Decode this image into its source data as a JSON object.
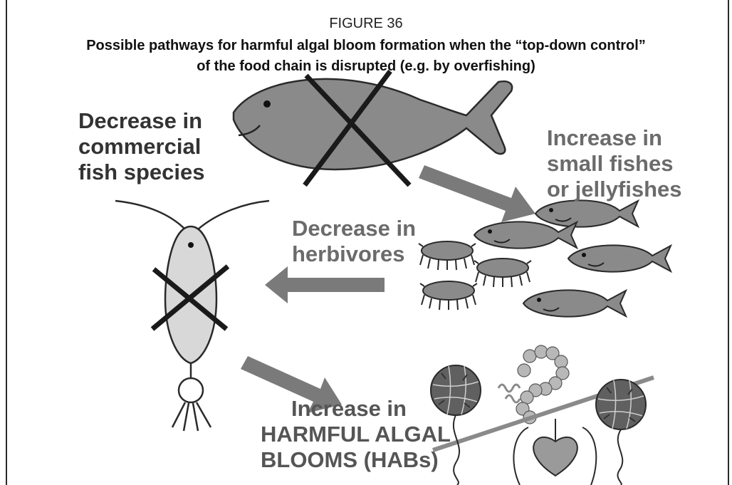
{
  "figure_label": "FIGURE 36",
  "figure_title": {
    "line1": "Possible pathways for harmful algal bloom formation when the “top-down control”",
    "line2": "of the food chain is disrupted (e.g. by overfishing)"
  },
  "labels": {
    "commercial_fish": [
      "Decrease in",
      "commercial",
      "fish species"
    ],
    "small_fishes": [
      "Increase in",
      "small fishes",
      "or jellyfishes"
    ],
    "herbivores": [
      "Decrease in",
      "herbivores"
    ],
    "habs": [
      "Increase in",
      "HARMFUL ALGAL",
      "BLOOMS (HABs)"
    ]
  },
  "colors": {
    "fish_fill": "#8a8a8a",
    "arrow": "#7a7a7a",
    "cross": "#1a1a1a",
    "copepod_fill": "#d8d8d8",
    "algae_fill": "#606060",
    "heart_fill": "#9a9a9a"
  }
}
